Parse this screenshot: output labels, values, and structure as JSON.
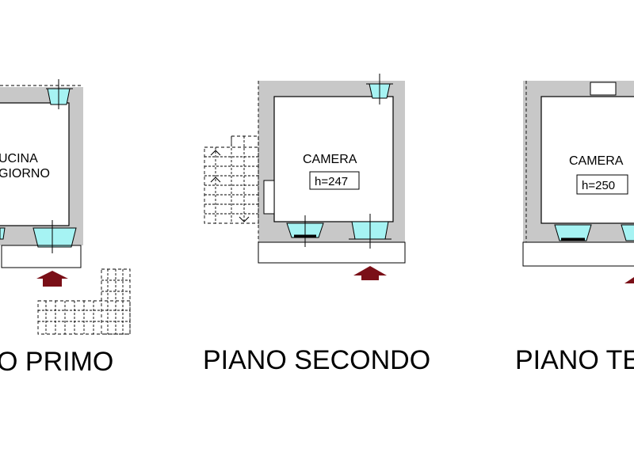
{
  "plans": {
    "primo": {
      "title": "O PRIMO",
      "room_line1": "UCINA",
      "room_line2": "GIORNO"
    },
    "secondo": {
      "title": "PIANO SECONDO",
      "room": "CAMERA",
      "height": "h=247"
    },
    "terzo": {
      "title": "PIANO TE",
      "room": "CAMERA",
      "height": "h=250"
    }
  },
  "colors": {
    "wall": "#c8c8c8",
    "window": "#a6f3f3",
    "entrance_arrow": "#7a0f17"
  }
}
